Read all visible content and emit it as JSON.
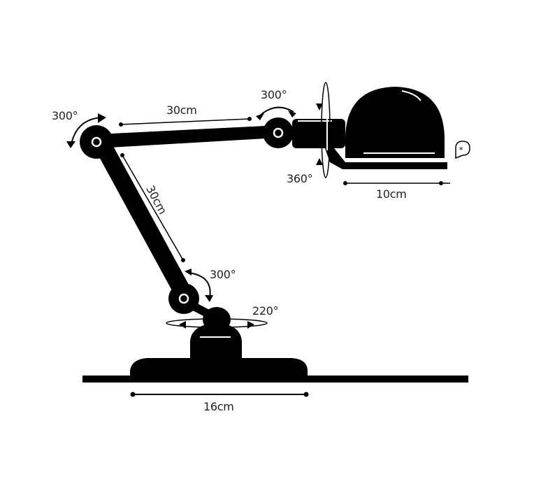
{
  "diagram": {
    "subject": "articulated desk lamp dimensions",
    "colors": {
      "ink": "#000000",
      "background": "#ffffff",
      "text": "#222222"
    },
    "dimensions": {
      "upper_arm": "30cm",
      "lower_arm": "30cm",
      "shade": "10cm",
      "base": "16cm"
    },
    "rotations": {
      "shoulder_joint": "300°",
      "elbow_head_joint": "300°",
      "head_rotation": "360°",
      "base_joint": "300°",
      "base_swivel": "220°"
    },
    "icons": [
      "light-bulb-badge-icon"
    ]
  }
}
